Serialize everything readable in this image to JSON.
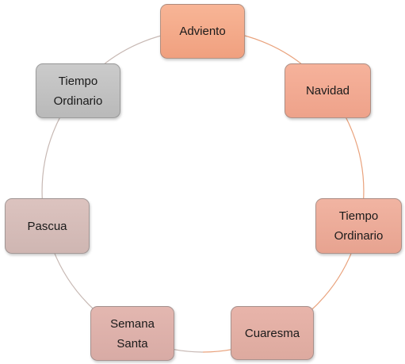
{
  "diagram": {
    "type": "cycle",
    "nodes": [
      {
        "label": "Adviento",
        "color": "#f3a887"
      },
      {
        "label": "Navidad",
        "color": "#f1a990"
      },
      {
        "label": "Tiempo Ordinario",
        "color": "#eaab98"
      },
      {
        "label": "Cuaresma",
        "color": "#e2afa4"
      },
      {
        "label": "Semana Santa",
        "color": "#ddb1aa"
      },
      {
        "label": "Pascua",
        "color": "#d5bdb9"
      },
      {
        "label": "Tiempo Ordinario",
        "color": "#c2c2c2"
      }
    ],
    "ring_colors": {
      "warm": "#e9a27c",
      "cool": "#c7b8b3"
    }
  }
}
